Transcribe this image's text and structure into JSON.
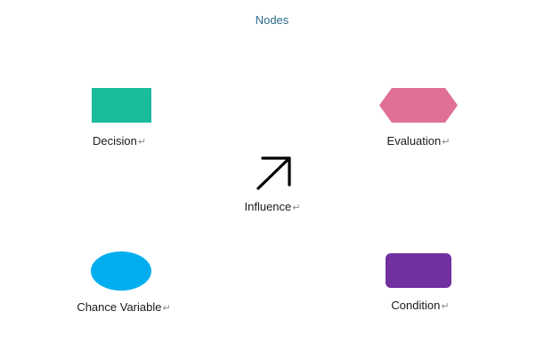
{
  "title": "Nodes",
  "paragraph_mark": "↵",
  "nodes": [
    {
      "label": "Decision",
      "shape": "rectangle",
      "color": "#1ABC9C"
    },
    {
      "label": "Evaluation",
      "shape": "hexagon",
      "color": "#E07095"
    },
    {
      "label": "Influence",
      "shape": "arrow",
      "color": "#000000"
    },
    {
      "label": "Chance Variable",
      "shape": "ellipse",
      "color": "#00AEEF"
    },
    {
      "label": "Condition",
      "shape": "rounded-rectangle",
      "color": "#7030A0"
    }
  ]
}
